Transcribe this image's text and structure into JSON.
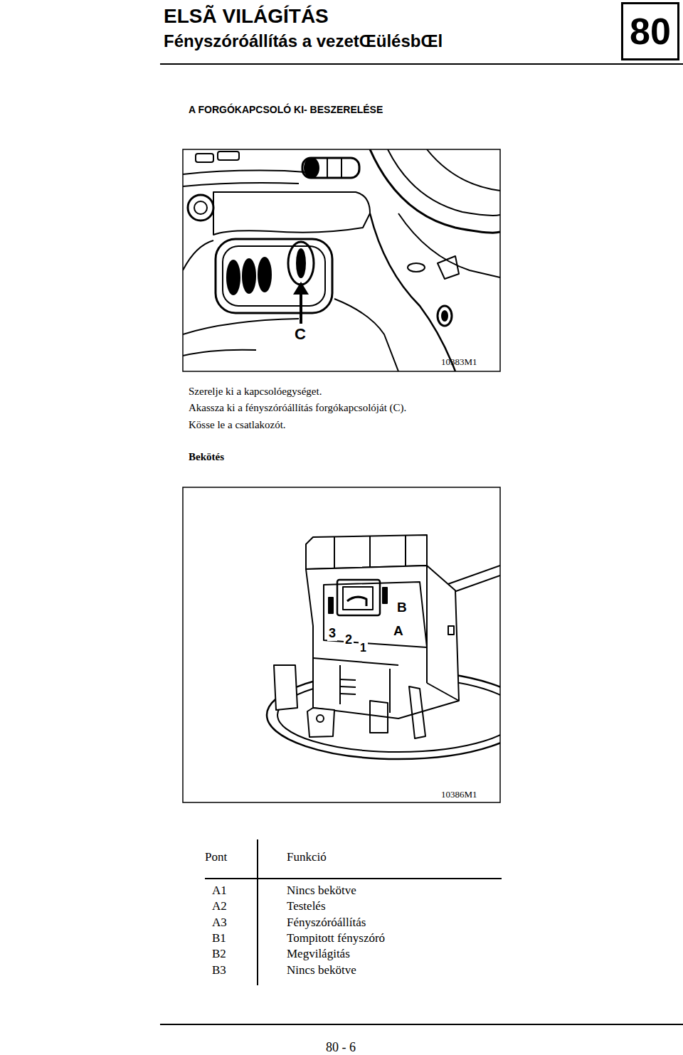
{
  "diagram": {
    "title": "ELSÃ VILÁGÍTÁS",
    "nodes": [
      {
        "text": [
          "80"
        ]
      }
    ],
    "labels": [
      "Fényszóróállítás a vezetŒülésbŒl",
      "A FORGÓKAPCSOLÓ KI- BESZERELÉSE",
      "C",
      "10383M1",
      "Szerelje ki a kapcsolóegységet.",
      "Akassza ki a fényszóróállítás forgókapcsolóját (C).",
      "Kösse le a csatlakozót.",
      "Bekötés",
      "B",
      "A",
      "3",
      "2",
      "1",
      "10386M1",
      "Pont",
      "Funkció",
      "A1",
      "Nincs bekötve",
      "A2",
      "Testelés",
      "A3",
      "Fényszóróállítás",
      "B1",
      "Tompitott fényszóró",
      "B2",
      "Megvilágitás",
      "B3",
      "Nincs bekötve",
      "80 - 6"
    ]
  }
}
